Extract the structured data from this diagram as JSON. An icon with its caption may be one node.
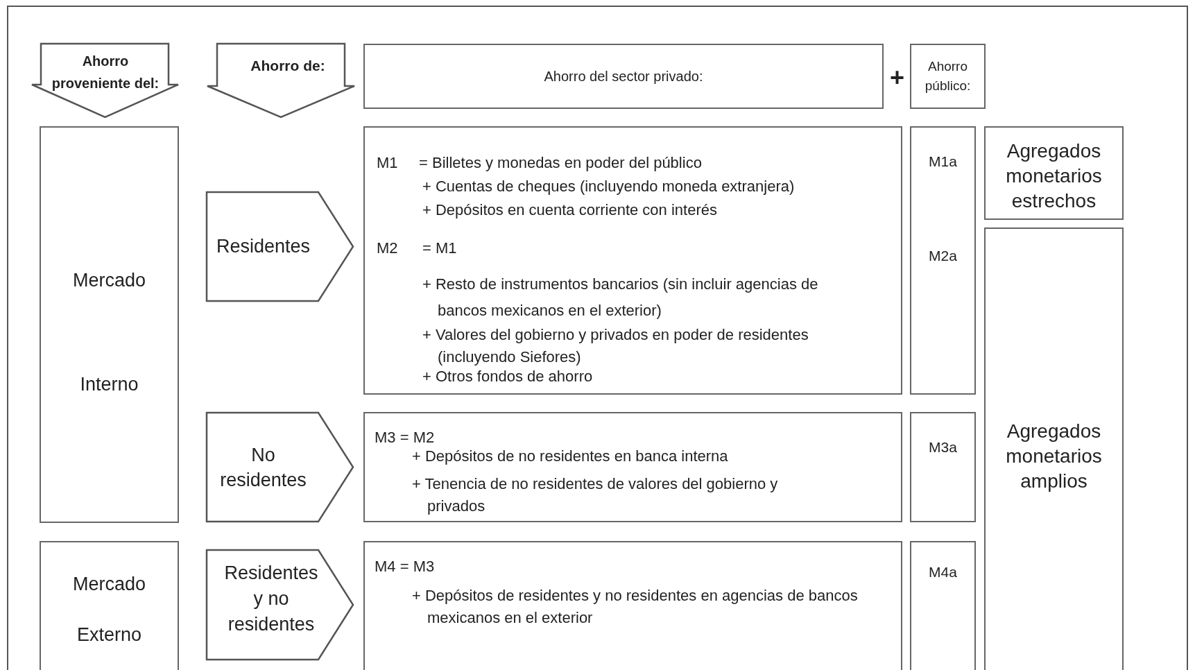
{
  "diagram": {
    "nodes": [
      {
        "text": [
          "Ahorro proveniente del:"
        ]
      },
      {
        "text": [
          "Ahorro de:"
        ]
      },
      {
        "text": [
          "Ahorro del sector privado:"
        ]
      },
      {
        "text": [
          "Ahorro público:"
        ]
      },
      {
        "text": [
          "Mercado",
          "Interno"
        ]
      },
      {
        "text": [
          "Residentes"
        ]
      },
      {
        "text": [
          "M1",
          "= Billetes y monedas en poder del público",
          "+ Cuentas de cheques (incluyendo moneda extranjera)",
          "+ Depósitos en cuenta corriente con interés",
          "M2",
          "= M1",
          "+ Resto de instrumentos bancarios (sin incluir agencias de bancos mexicanos en el exterior)",
          "+ Valores del gobierno y privados en poder de residentes (incluyendo Siefores)",
          "+ Otros fondos de ahorro"
        ]
      },
      {
        "text": [
          "M1a",
          "M2a"
        ]
      },
      {
        "text": [
          "Agregados monetarios estrechos"
        ]
      },
      {
        "text": [
          "Agregados monetarios amplios"
        ]
      },
      {
        "text": [
          "No residentes"
        ]
      },
      {
        "text": [
          "M3 = M2",
          "+ Depósitos de no residentes en banca interna",
          "+ Tenencia de no residentes de valores del gobierno y privados"
        ]
      },
      {
        "text": [
          "M3a"
        ]
      },
      {
        "text": [
          "Mercado",
          "Externo"
        ]
      },
      {
        "text": [
          "Residentes y no residentes"
        ]
      },
      {
        "text": [
          "M4 = M3",
          "+ Depósitos de residentes y no residentes en agencias de bancos mexicanos en el exterior"
        ]
      },
      {
        "text": [
          "M4a"
        ]
      }
    ],
    "labels": [
      "+"
    ]
  }
}
